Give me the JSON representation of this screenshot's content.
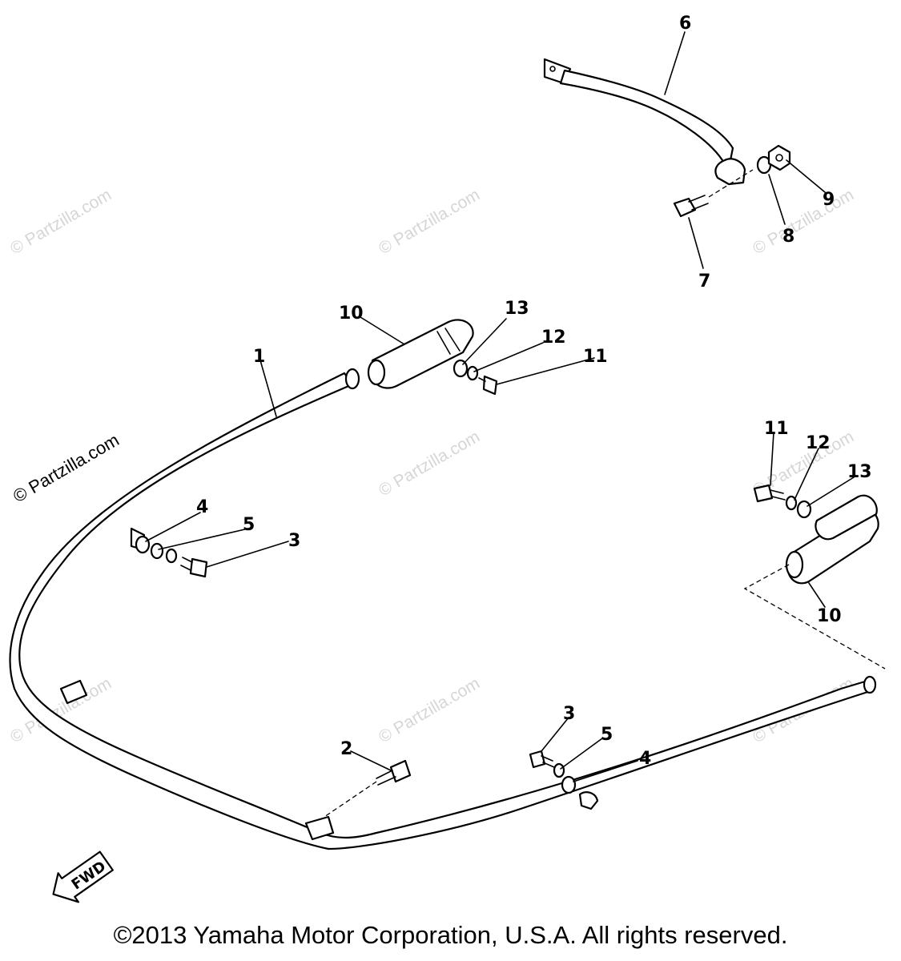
{
  "diagram": {
    "watermark": "© Partzilla.com",
    "callouts": [
      {
        "id": "c6",
        "label": "6"
      },
      {
        "id": "c7",
        "label": "7"
      },
      {
        "id": "c8",
        "label": "8"
      },
      {
        "id": "c9",
        "label": "9"
      },
      {
        "id": "c1",
        "label": "1"
      },
      {
        "id": "c10a",
        "label": "10"
      },
      {
        "id": "c13a",
        "label": "13"
      },
      {
        "id": "c12a",
        "label": "12"
      },
      {
        "id": "c11a",
        "label": "11"
      },
      {
        "id": "c11b",
        "label": "11"
      },
      {
        "id": "c12b",
        "label": "12"
      },
      {
        "id": "c13b",
        "label": "13"
      },
      {
        "id": "c10b",
        "label": "10"
      },
      {
        "id": "c4a",
        "label": "4"
      },
      {
        "id": "c5a",
        "label": "5"
      },
      {
        "id": "c3a",
        "label": "3"
      },
      {
        "id": "c2",
        "label": "2"
      },
      {
        "id": "c3b",
        "label": "3"
      },
      {
        "id": "c5b",
        "label": "5"
      },
      {
        "id": "c4b",
        "label": "4"
      }
    ],
    "fwd_label": "FWD"
  },
  "footer": {
    "copyright": "©2013 Yamaha Motor Corporation, U.S.A. All rights reserved."
  }
}
